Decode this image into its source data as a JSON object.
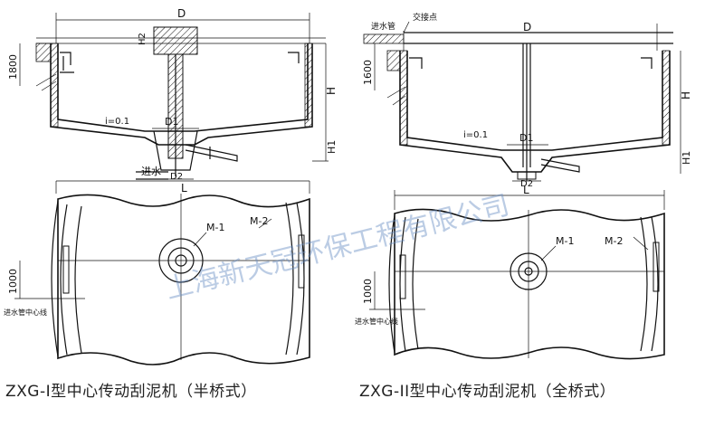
{
  "captions": {
    "left": "ZXG-I型中心传动刮泥机（半桥式）",
    "right": "ZXG-II型中心传动刮泥机（全桥式）"
  },
  "watermark": "上海新天冠环保工程有限公司",
  "left_drawing": {
    "dim_D": "D",
    "dim_H2": "H2",
    "dim_1800": "1800",
    "dim_H": "H",
    "dim_H1": "H1",
    "slope": "i=0.1",
    "dim_D1": "D1",
    "dim_D2": "D2",
    "inlet": "进水",
    "dim_L": "L",
    "m1": "M-1",
    "m2": "M-2",
    "dim_1000": "1000",
    "centerline_label": "进水管中心线"
  },
  "right_drawing": {
    "inlet_pipe": "进水管",
    "junction": "交接点",
    "dim_D": "D",
    "dim_1600": "1600",
    "dim_H": "H",
    "dim_H1": "H1",
    "slope": "i=0.1",
    "dim_D1": "D1",
    "dim_D2": "D2",
    "dim_L": "L",
    "m1": "M-1",
    "m2": "M-2",
    "dim_1000": "1000",
    "centerline_label": "进水管中心线"
  },
  "colors": {
    "line": "#111111",
    "watermark": "#6a8fc4"
  }
}
